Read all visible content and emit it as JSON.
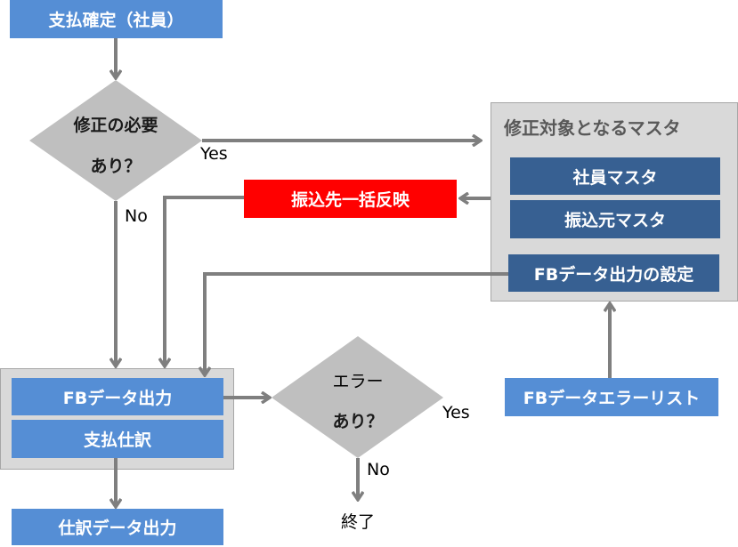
{
  "title": "支払確定（社員）",
  "decision1": {
    "line1": "修正の必要",
    "line2": "あり？",
    "yes": "Yes",
    "no": "No"
  },
  "master_group": {
    "title": "修正対象となるマスタ",
    "items": [
      "社員マスタ",
      "振込元マスタ",
      "FBデータ出力の設定"
    ]
  },
  "bulk_reflect": "振込先一括反映",
  "output_group": {
    "items": [
      "FBデータ出力",
      "支払仕訳"
    ]
  },
  "journal_output": "仕訳データ出力",
  "decision2": {
    "line1": "エラー",
    "line2": "あり？",
    "yes": "Yes",
    "no": "No"
  },
  "end_label": "終了",
  "error_list": "FBデータエラーリスト",
  "colors": {
    "blue": "#558ed5",
    "navy": "#376092",
    "red": "#ff0000",
    "group_bg": "#d9d9d9",
    "diamond": "#bfbfbf",
    "connector": "#7f7f7f"
  }
}
